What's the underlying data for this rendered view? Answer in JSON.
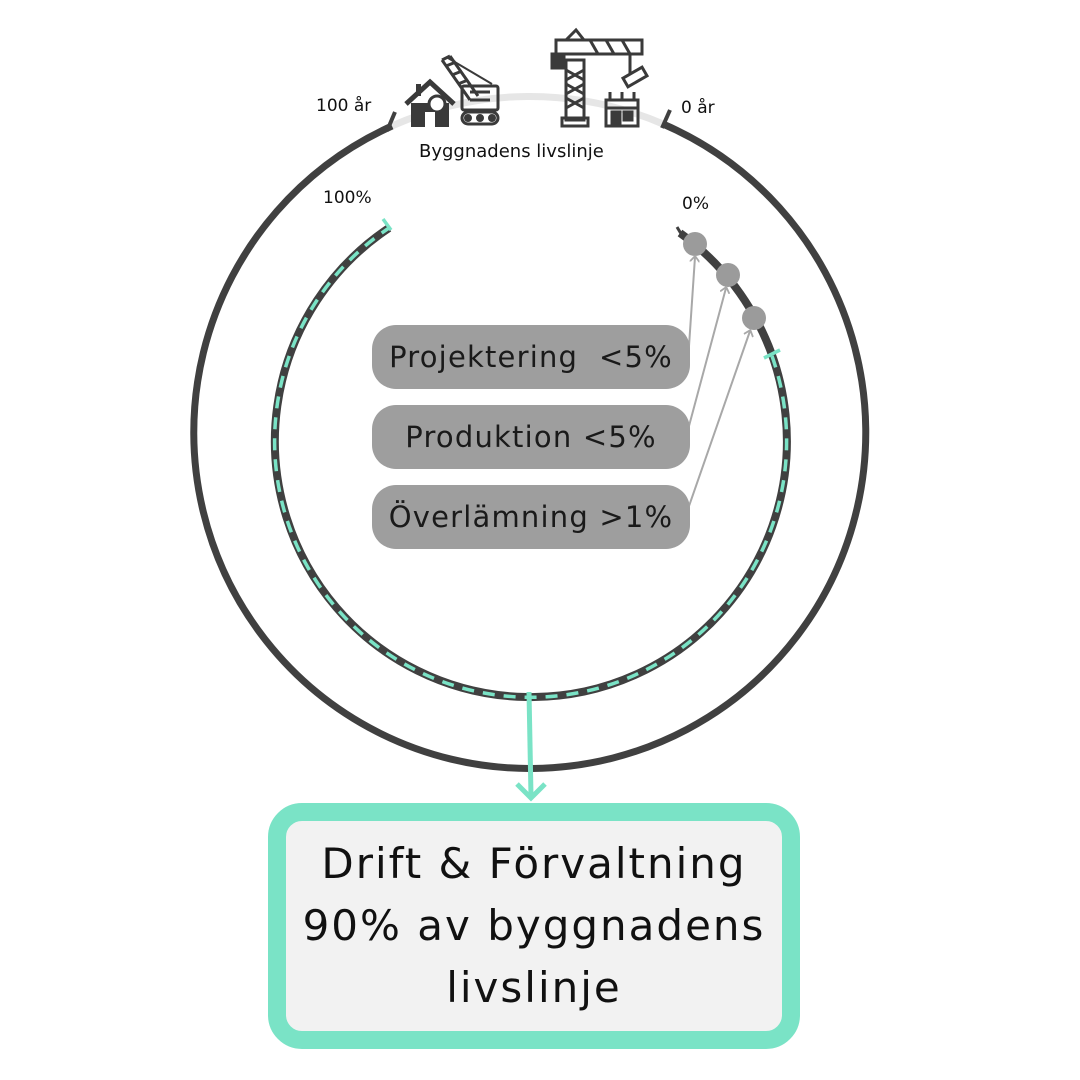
{
  "diagram": {
    "outer_ring": {
      "start_label": "0 år",
      "end_label": "100 år",
      "title": "Byggnadens livslinje"
    },
    "inner_ring": {
      "start_label": "0%",
      "end_label": "100%"
    },
    "phases": [
      {
        "label": "Projektering  <5%"
      },
      {
        "label": "Produktion <5%"
      },
      {
        "label": "Överlämning >1%"
      }
    ],
    "result": {
      "lines": [
        "Drift & Förvaltning",
        "90% av byggnadens",
        "livslinje"
      ]
    },
    "colors": {
      "ring": "#404040",
      "accent": "#7ae3c6",
      "pill": "#9e9e9e",
      "marker": "#9b9b9b",
      "pointer": "#a8a8a8",
      "box_fill": "#f2f2f2"
    },
    "icons": [
      "crawler-crane-house-icon",
      "tower-crane-building-icon"
    ]
  }
}
